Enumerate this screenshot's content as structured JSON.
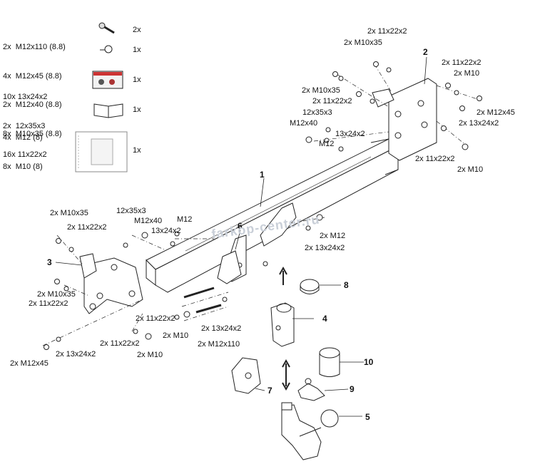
{
  "kit_list": {
    "group1": [
      "2x  M12x110 (8.8)",
      "4x  M12x45 (8.8)",
      "2x  M12x40 (8.8)",
      "8x  M10x35 (8.8)"
    ],
    "group1_qty": [
      "2x",
      "1x"
    ],
    "group2": [
      "10x 13x24x2",
      "2x  12x35x3",
      "16x 11x22x2"
    ],
    "group2_qty": "1x",
    "group3": [
      "4x  M12 (8)",
      "8x  M10 (8)"
    ],
    "group3_qty": "1x",
    "group4_qty": "1x"
  },
  "part_numbers": [
    "1",
    "2",
    "3",
    "4",
    "5",
    "6",
    "7",
    "8",
    "9",
    "10"
  ],
  "callouts": {
    "c_2x_11x22x2_top": "2x 11x22x2",
    "c_2x_m10x35_top": "2x M10x35",
    "c_2x_11x22x2_tr": "2x 11x22x2",
    "c_2x_m10_tr": "2x M10",
    "c_2x_m10x35_mid": "2x M10x35",
    "c_2x_11x22x2_mid": "2x 11x22x2",
    "c_2x_m12x45_r": "2x M12x45",
    "c_2x_13x24x2_r": "2x 13x24x2",
    "c_12x35x3_r": "12x35x3",
    "c_m12x40_r": "M12x40",
    "c_13x24x2_r": "13x24x2",
    "c_m12_r": "M12",
    "c_2x_11x22x2_br": "2x 11x22x2",
    "c_2x_m10_br": "2x M10",
    "c_2x_m10x35_l": "2x M10x35",
    "c_2x_11x22x2_l": "2x 11x22x2",
    "c_12x35x3_l": "12x35x3",
    "c_m12x40_l": "M12x40",
    "c_m12_l": "M12",
    "c_13x24x2_l": "13x24x2",
    "c_2x_m12_c": "2x M12",
    "c_2x_13x24x2_c": "2x 13x24x2",
    "c_2x_m10x35_ll": "2x M10x35",
    "c_2x_11x22x2_ll": "2x 11x22x2",
    "c_2x_11x22x2_lc": "2x 11x22x2",
    "c_2x_m10_lc": "2x M10",
    "c_2x_13x24x2_lc": "2x 13x24x2",
    "c_2x_m12x110": "2x M12x110",
    "c_2x_11x22x2_lb": "2x 11x22x2",
    "c_2x_m10_lb": "2x M10",
    "c_2x_13x24x2_lb": "2x 13x24x2",
    "c_2x_m12x45_lb": "2x M12x45"
  },
  "watermark": "farkop-center.ru"
}
